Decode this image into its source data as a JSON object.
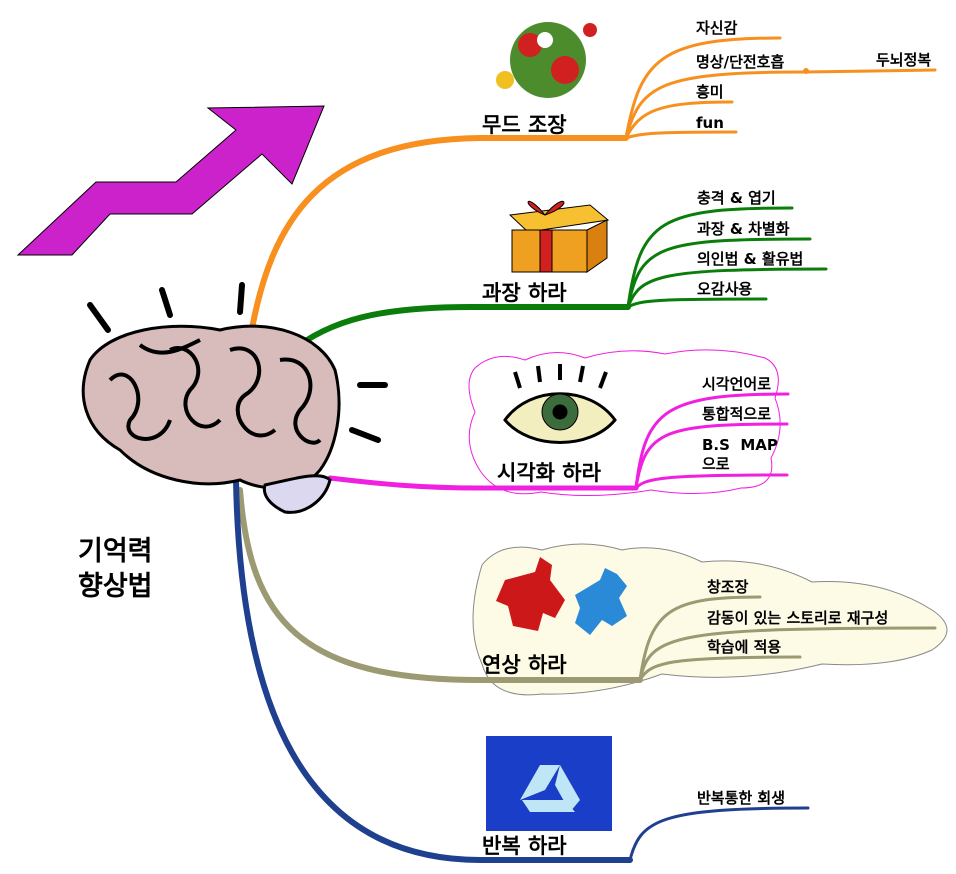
{
  "title": {
    "line1": "기억력",
    "line2": "향상법"
  },
  "colors": {
    "mood": "#f7901e",
    "exaggerate": "#0a7d0a",
    "visualize": "#f020e0",
    "associate": "#9c9a72",
    "repeat": "#1f3f8f",
    "arrow": "#cc22cc"
  },
  "branches": {
    "mood": {
      "label": "무드 조장",
      "icon": "clown-icon",
      "children": [
        "자신감",
        "명상/단전호흡",
        "흥미",
        "fun"
      ],
      "grandchild": "두뇌정복"
    },
    "exaggerate": {
      "label": "과장 하라",
      "icon": "gift-box-icon",
      "children": [
        "충격 & 엽기",
        "과장 & 차별화",
        "의인법 & 활유법",
        "오감사용"
      ]
    },
    "visualize": {
      "label": "시각화 하라",
      "icon": "eye-icon",
      "children": [
        "시각언어로",
        "통합적으로",
        "B.S  MAP",
        "으로"
      ]
    },
    "associate": {
      "label": "연상 하라",
      "icon": "puzzle-icon",
      "children": [
        "창조장",
        "감동이 있는 스토리로 재구성",
        "학습에 적용"
      ]
    },
    "repeat": {
      "label": "반복 하라",
      "icon": "recycle-icon",
      "children": [
        "반복통한 회생"
      ]
    }
  }
}
